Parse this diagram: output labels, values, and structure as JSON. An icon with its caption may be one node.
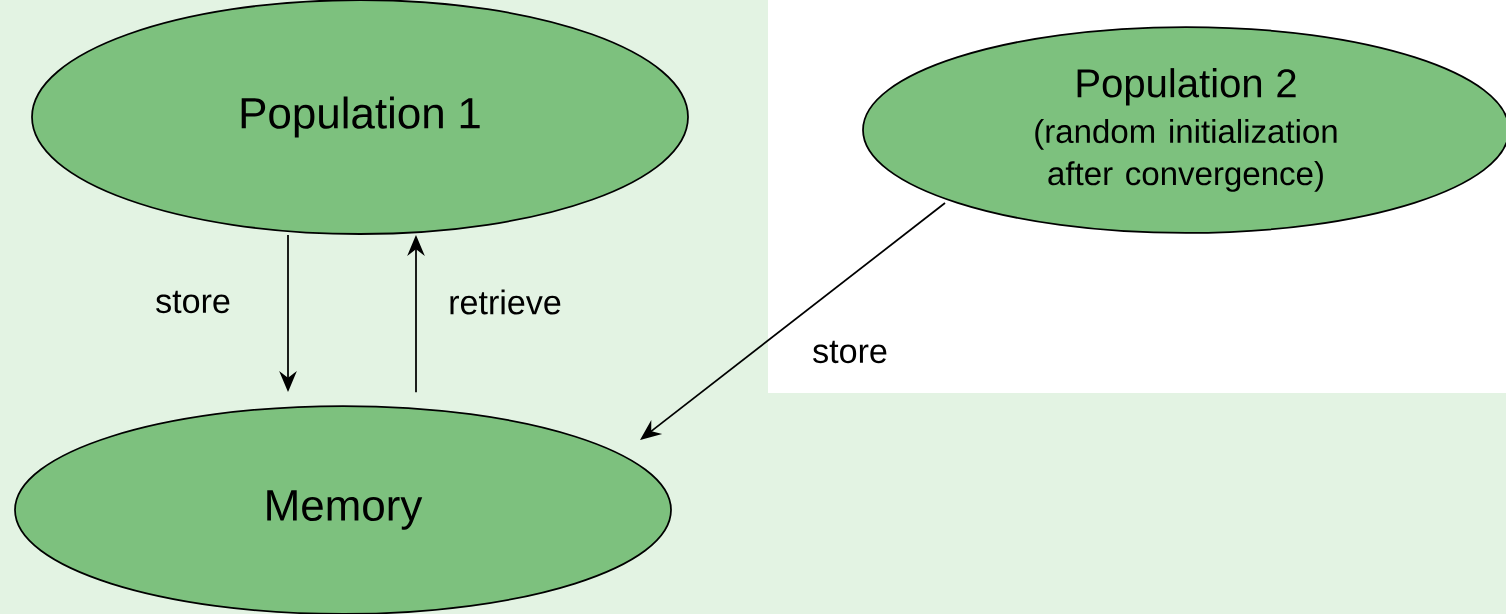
{
  "diagram": {
    "nodes": [
      {
        "text": [
          "Population 1"
        ]
      },
      {
        "text": [
          "Population 2",
          "(random initialization after convergence)"
        ]
      },
      {
        "text": [
          "Memory"
        ]
      }
    ],
    "edges": [
      {
        "from": 0,
        "to": 2,
        "arrow": "to",
        "label": "store"
      },
      {
        "from": 2,
        "to": 0,
        "arrow": "to",
        "label": "retrieve"
      },
      {
        "from": 1,
        "to": 2,
        "arrow": "to",
        "label": "store"
      }
    ]
  }
}
